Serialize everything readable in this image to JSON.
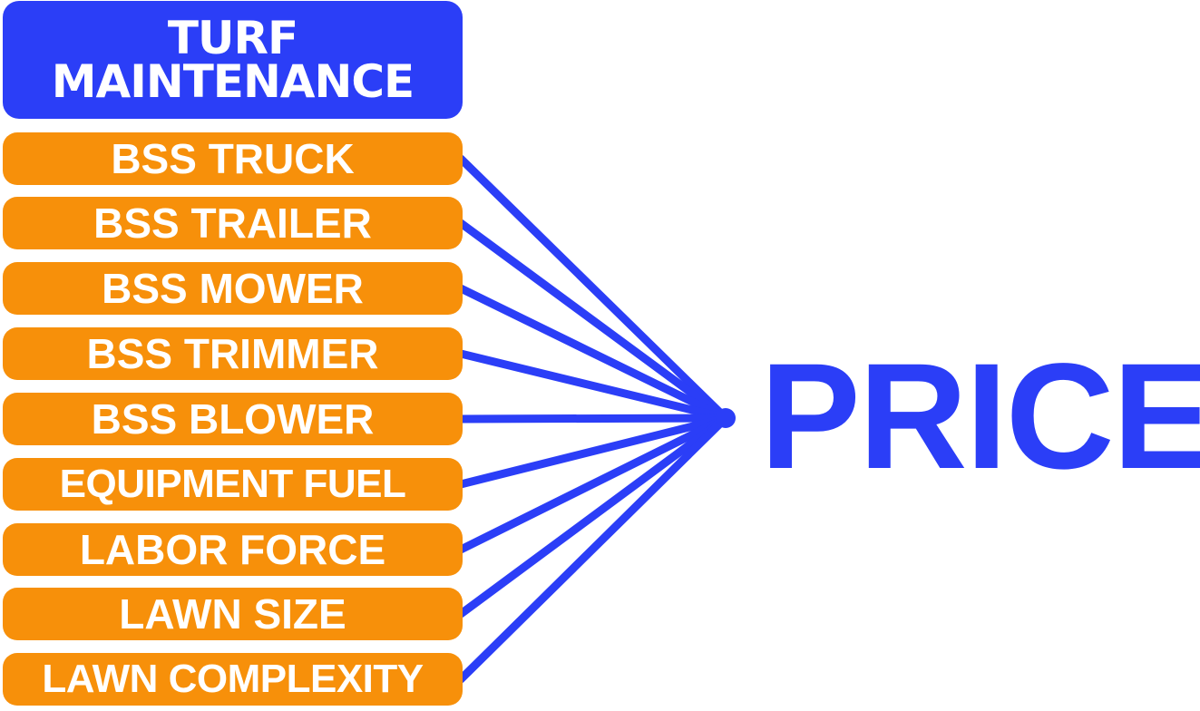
{
  "header": {
    "line1": "TURF",
    "line2": "MAINTENANCE"
  },
  "factors": [
    {
      "label": "BSS TRUCK"
    },
    {
      "label": "BSS TRAILER"
    },
    {
      "label": "BSS MOWER"
    },
    {
      "label": "BSS TRIMMER"
    },
    {
      "label": "BSS BLOWER"
    },
    {
      "label": "EQUIPMENT FUEL"
    },
    {
      "label": "LABOR FORCE"
    },
    {
      "label": "LAWN SIZE"
    },
    {
      "label": "LAWN COMPLEXITY"
    }
  ],
  "result": {
    "label": "PRICE"
  },
  "colors": {
    "header_bg": "#2b3ef7",
    "factor_bg": "#f7900a",
    "connector": "#2b3ef7",
    "result_text": "#2b3ef7"
  }
}
